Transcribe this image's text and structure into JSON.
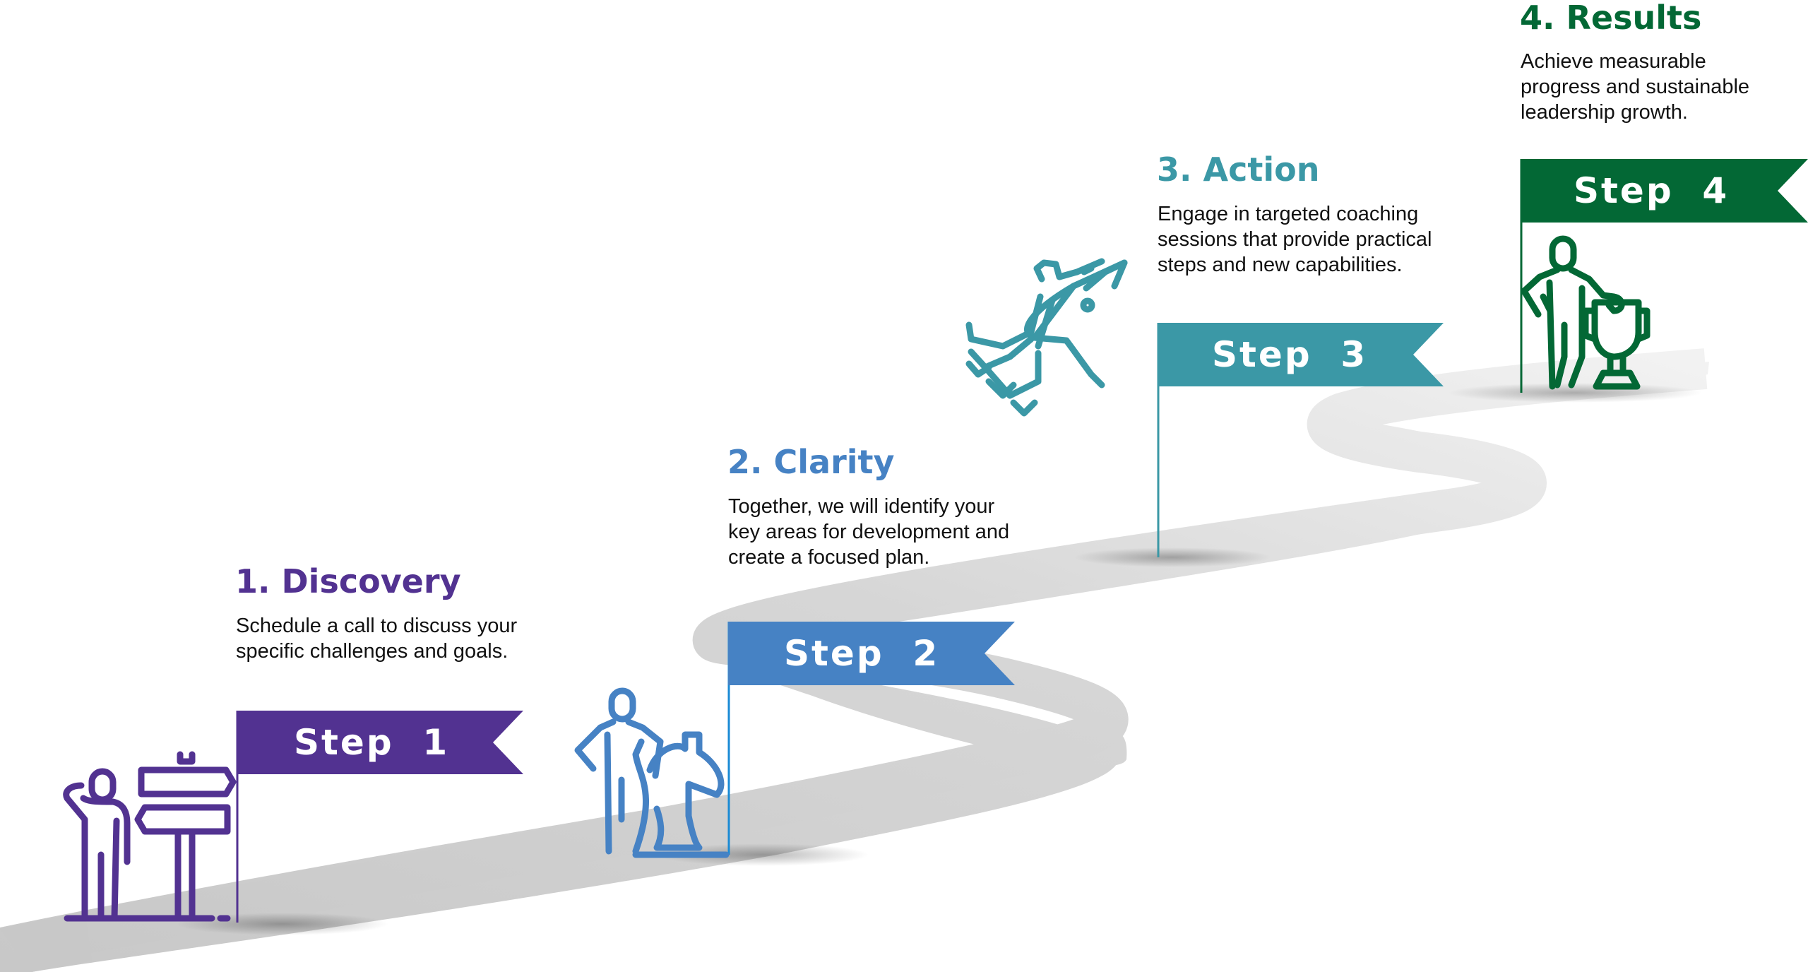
{
  "steps": [
    {
      "number": 1,
      "title": "1. Discovery",
      "description": [
        "Schedule a call to discuss your",
        "specific challenges and goals."
      ],
      "flag_label": "Step  1",
      "color": "#523291",
      "icon": "person-with-signpost-icon"
    },
    {
      "number": 2,
      "title": "2. Clarity",
      "description": [
        "Together, we will identify your",
        "key areas for development and",
        "create a focused plan."
      ],
      "flag_label": "Step  2",
      "color": "#4682C4",
      "icon": "person-with-chess-knight-icon"
    },
    {
      "number": 3,
      "title": "3. Action",
      "description": [
        "Engage in targeted coaching",
        "sessions that provide practical",
        "steps and new capabilities."
      ],
      "flag_label": "Step  3",
      "color": "#3B98A6",
      "icon": "person-riding-rocket-icon"
    },
    {
      "number": 4,
      "title": "4. Results",
      "description": [
        "Achieve measurable",
        "progress and sustainable",
        "leadership growth."
      ],
      "flag_label": "Step  4",
      "color": "#036835",
      "icon": "person-with-trophy-icon"
    }
  ],
  "road_color": "#cccccc"
}
